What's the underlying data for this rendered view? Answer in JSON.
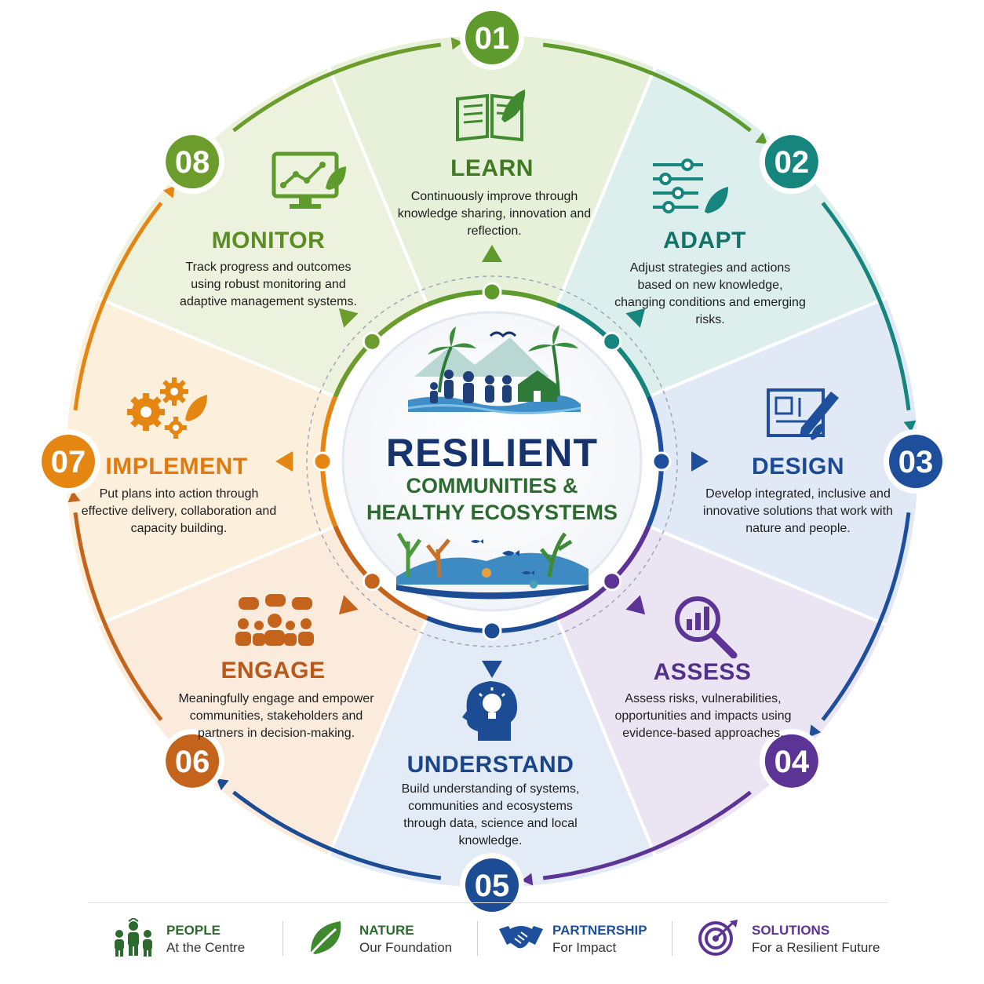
{
  "center": {
    "title": "RESILIENT",
    "subtitle_line1": "COMMUNITIES &",
    "subtitle_line2": "HEALTHY ECOSYSTEMS"
  },
  "stages": [
    {
      "number": "01",
      "title": "LEARN",
      "description": "Continuously improve through knowledge sharing, innovation and reflection.",
      "color": "#5e9a2c",
      "tint": "#e7f0d8",
      "icon": "open-book-leaf-icon"
    },
    {
      "number": "02",
      "title": "ADAPT",
      "description": "Adjust strategies and actions based on new knowledge, changing conditions and emerging risks.",
      "color": "#16857d",
      "tint": "#dcefec",
      "icon": "sliders-leaf-icon"
    },
    {
      "number": "03",
      "title": "DESIGN",
      "description": "Develop integrated, inclusive and innovative solutions that work with nature and people.",
      "color": "#1e4f9c",
      "tint": "#e1e9f6",
      "icon": "blueprint-pencil-icon"
    },
    {
      "number": "04",
      "title": "ASSESS",
      "description": "Assess risks, vulnerabilities, opportunities and impacts using evidence-based approaches.",
      "color": "#5b3496",
      "tint": "#ebe5f3",
      "icon": "magnifier-chart-icon"
    },
    {
      "number": "05",
      "title": "UNDERSTAND",
      "description": "Build understanding of systems, communities and ecosystems through data, science and local knowledge.",
      "color": "#1c4c93",
      "tint": "#e3ebf6",
      "icon": "head-lightbulb-icon"
    },
    {
      "number": "06",
      "title": "ENGAGE",
      "description": "Meaningfully engage and empower communities, stakeholders and partners in decision-making.",
      "color": "#c3631c",
      "tint": "#faebdc",
      "icon": "people-speech-icon"
    },
    {
      "number": "07",
      "title": "IMPLEMENT",
      "description": "Put plans into action through effective delivery, collaboration and capacity building.",
      "color": "#e58512",
      "tint": "#fcf0dc",
      "icon": "gears-leaf-icon"
    },
    {
      "number": "08",
      "title": "MONITOR",
      "description": "Track progress and outcomes using robust monitoring and adaptive management systems.",
      "color": "#6c9c2b",
      "tint": "#ecf2dd",
      "icon": "monitor-graph-icon"
    }
  ],
  "footer": [
    {
      "label": "PEOPLE",
      "sub": "At the Centre",
      "color": "#2d6a2e",
      "icon": "people-group-icon"
    },
    {
      "label": "NATURE",
      "sub": "Our Foundation",
      "color": "#2d6a2e",
      "icon": "leaf-icon"
    },
    {
      "label": "PARTNERSHIP",
      "sub": "For Impact",
      "color": "#1e4f9c",
      "icon": "handshake-icon"
    },
    {
      "label": "SOLUTIONS",
      "sub": "For a Resilient Future",
      "color": "#5b3496",
      "icon": "target-icon"
    }
  ]
}
